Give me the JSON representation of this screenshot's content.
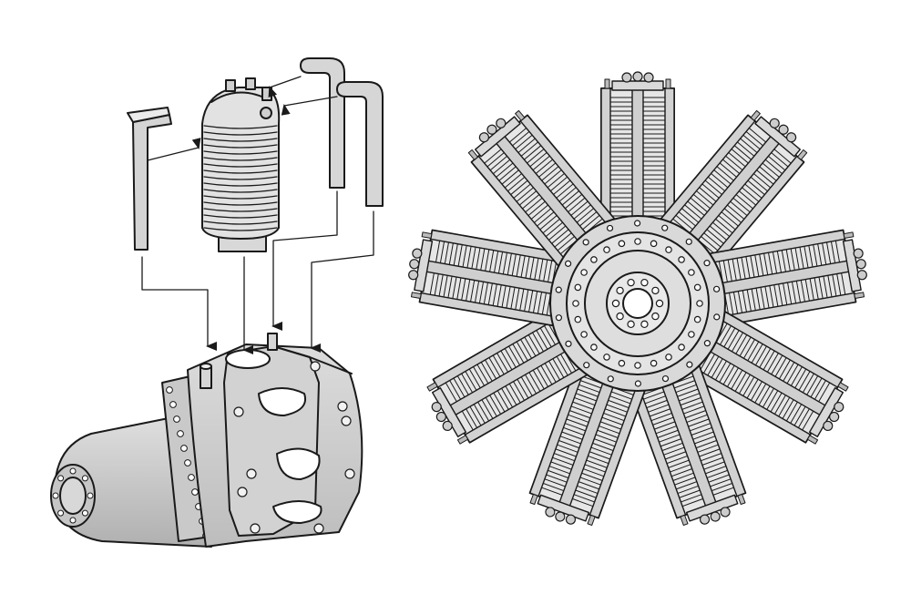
{
  "diagram": {
    "left": {
      "parts": [
        "guide-rod",
        "cylinder",
        "exhaust-pipe",
        "intake-pipe",
        "crankcase"
      ],
      "arrow_count": 7
    },
    "right": {
      "cylinder_count": 9,
      "hub_bolt_count": 10
    }
  },
  "palette": {
    "line": "#1a1a1a",
    "fill_light": "#e8e8e8",
    "fill_mid": "#cfcfcf",
    "fill_dark": "#b5b5b5",
    "background": "#ffffff"
  }
}
